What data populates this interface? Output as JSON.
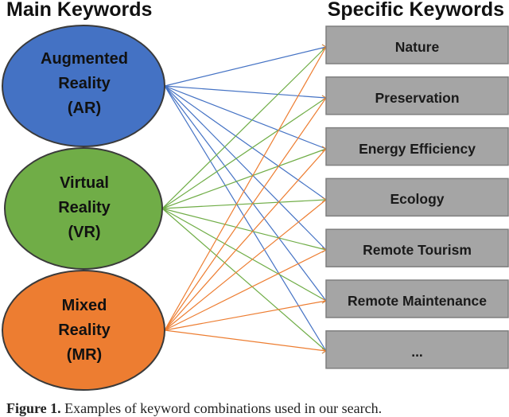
{
  "headings": {
    "main": "Main Keywords",
    "specific": "Specific Keywords"
  },
  "main_keywords": [
    {
      "lines": [
        "Augmented",
        "Reality",
        "(AR)"
      ],
      "color": "#4472C4"
    },
    {
      "lines": [
        "Virtual",
        "Reality",
        "(VR)"
      ],
      "color": "#70AD47"
    },
    {
      "lines": [
        "Mixed",
        "Reality",
        "(MR)"
      ],
      "color": "#ED7D31"
    }
  ],
  "specific_keywords": [
    "Nature",
    "Preservation",
    "Energy Efficiency",
    "Ecology",
    "Remote Tourism",
    "Remote Maintenance",
    "..."
  ],
  "colors": {
    "box_fill": "#A5A5A5",
    "box_border": "#7F7F7F",
    "ellipse_border": "#3A3A3A"
  },
  "caption": {
    "label": "Figure 1.",
    "text": "Examples of keyword combinations used in our search."
  }
}
